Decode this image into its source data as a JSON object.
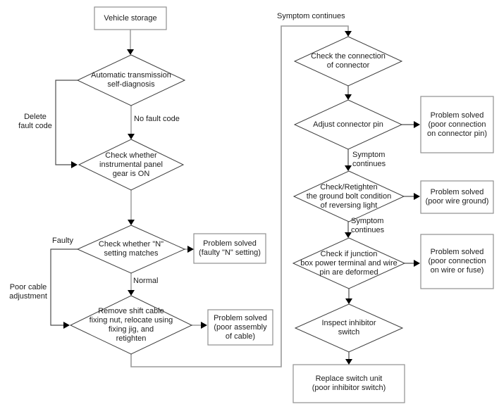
{
  "diagram": {
    "type": "flowchart",
    "nodes": {
      "vehicle_storage": {
        "shape": "rect",
        "label": "Vehicle storage"
      },
      "auto_diagnosis": {
        "shape": "diamond",
        "label": "Automatic transmission\nself-diagnosis"
      },
      "instrument_panel": {
        "shape": "diamond",
        "label": "Check whether\ninstrumental panel\ngear is ON"
      },
      "n_setting": {
        "shape": "diamond",
        "label": "Check whether \"N\"\nsetting matches"
      },
      "problem_n_setting": {
        "shape": "rect",
        "label": "Problem solved\n(faulty \"N\" setting)"
      },
      "remove_shift_cable": {
        "shape": "diamond",
        "label": "Remove shift cable\nfixing nut, relocate using\nfixing jig, and\nretighten"
      },
      "problem_cable": {
        "shape": "rect",
        "label": "Problem solved\n(poor assembly\nof cable)"
      },
      "check_connector": {
        "shape": "diamond",
        "label": "Check the connection\nof connector"
      },
      "adjust_pin": {
        "shape": "diamond",
        "label": "Adjust connector pin"
      },
      "problem_pin": {
        "shape": "rect",
        "label": "Problem solved\n(poor connection\non connector pin)"
      },
      "ground_bolt": {
        "shape": "diamond",
        "label": "Check/Retighten\nthe ground bolt condition\nof reversing light"
      },
      "problem_ground": {
        "shape": "rect",
        "label": "Problem solved\n(poor wire ground)"
      },
      "junction_box": {
        "shape": "diamond",
        "label": "Check if junction\nbox power terminal and wire\npin are deformed"
      },
      "problem_wire": {
        "shape": "rect",
        "label": "Problem solved\n(poor connection\non wire or fuse)"
      },
      "inspect_inhibitor": {
        "shape": "diamond",
        "label": "Inspect inhibitor\nswitch"
      },
      "replace_switch": {
        "shape": "rect",
        "label": "Replace switch unit\n(poor inhibitor switch)"
      }
    },
    "edge_labels": {
      "delete_fault_code": "Delete\nfault code",
      "no_fault_code": "No fault code",
      "faulty": "Faulty",
      "normal": "Normal",
      "poor_cable_adjustment": "Poor cable\nadjustment",
      "symptom_continues_main": "Symptom continues",
      "symptom_continues_1": "Symptom\ncontinues",
      "symptom_continues_2": "Symptom\ncontinues"
    },
    "colors": {
      "background": "#ffffff",
      "text": "#1c1c1c",
      "connector_light": "#b6b6b6",
      "connector_dark": "#4d4d4d",
      "diamond_border": "#3d3d3d",
      "rect_border": "#8f8f8f",
      "arrowhead": "#000000"
    }
  }
}
